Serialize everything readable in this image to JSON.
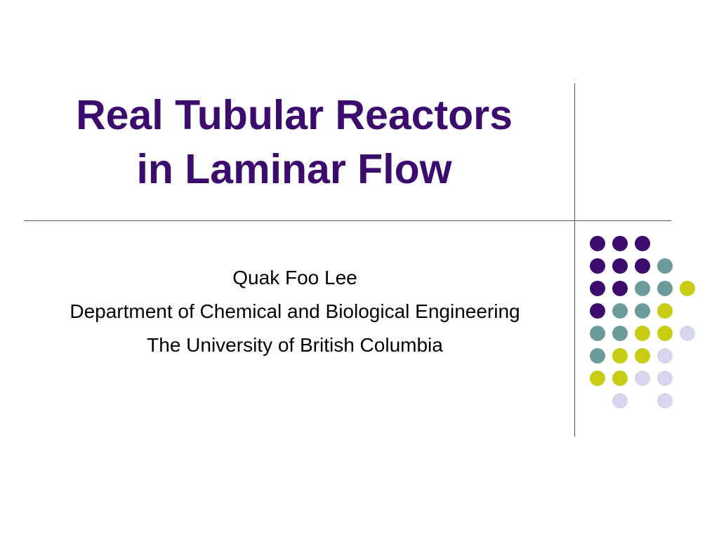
{
  "slide": {
    "title_lines": [
      "Real Tubular Reactors",
      "in Laminar Flow"
    ],
    "subtitle_lines": [
      "Quak Foo Lee",
      "Department of Chemical and Biological Engineering",
      "The University of British Columbia"
    ]
  },
  "colors": {
    "title": "#3b0b6e",
    "purple": "#3b0b6e",
    "teal": "#6b9b9b",
    "olive": "#c8cc14",
    "lavender": "#d6d6ec",
    "rule": "#555555"
  },
  "dot_grid": {
    "rows": [
      [
        "purple",
        "purple",
        "purple",
        null,
        null
      ],
      [
        "purple",
        "purple",
        "purple",
        "teal",
        null
      ],
      [
        "purple",
        "purple",
        "teal",
        "teal",
        "olive"
      ],
      [
        "purple",
        "teal",
        "teal",
        "olive",
        null
      ],
      [
        "teal",
        "teal",
        "olive",
        "olive",
        "lavender"
      ],
      [
        "teal",
        "olive",
        "olive",
        "lavender",
        null
      ],
      [
        "olive",
        "olive",
        "lavender",
        "lavender",
        null
      ],
      [
        null,
        "lavender",
        null,
        "lavender",
        null
      ]
    ]
  }
}
